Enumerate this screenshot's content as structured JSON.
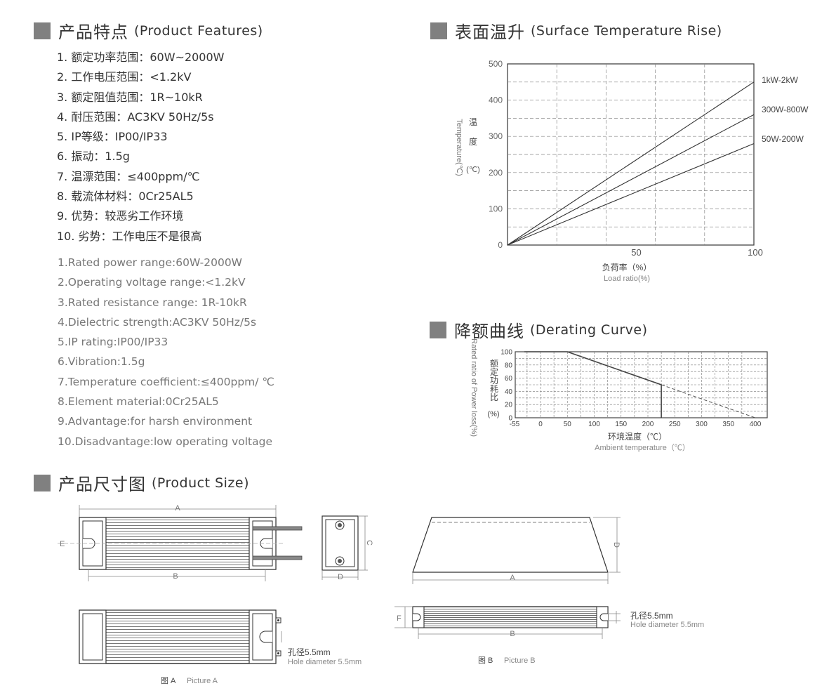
{
  "sections": {
    "features": {
      "cn": "产品特点",
      "en": "(Product Features)"
    },
    "surface": {
      "cn": "表面温升",
      "en": "(Surface Temperature Rise)"
    },
    "derating": {
      "cn": "降额曲线",
      "en": "(Derating Curve)"
    },
    "size": {
      "cn": "产品尺寸图",
      "en": "(Product Size)"
    }
  },
  "features_cn": [
    "1. 额定功率范围：60W~2000W",
    "2. 工作电压范围：<1.2kV",
    "3. 额定阻值范围：1R~10kR",
    "4. 耐压范围：AC3KV 50Hz/5s",
    "5. IP等级：IP00/IP33",
    "6. 振动：1.5g",
    "7. 温漂范围：≤400ppm/℃",
    "8. 载流体材料：0Cr25AL5",
    "9. 优势：较恶劣工作环境",
    "10. 劣势：工作电压不是很高"
  ],
  "features_en": [
    "1.Rated power range:60W-2000W",
    "2.Operating voltage range:<1.2kV",
    "3.Rated resistance range: 1R-10kR",
    "4.Dielectric strength:AC3KV  50Hz/5s",
    "5.IP rating:IP00/IP33",
    "6.Vibration:1.5g",
    "7.Temperature coefficient:≤400ppm/ ℃",
    "8.Element material:0Cr25AL5",
    "9.Advantage:for harsh environment",
    "10.Disadvantage:low operating voltage"
  ],
  "chart_data": [
    {
      "type": "line",
      "x": [
        0,
        100
      ],
      "series": [
        {
          "name": "1kW-2kW",
          "values": [
            0,
            450
          ]
        },
        {
          "name": "300W-800W",
          "values": [
            0,
            360
          ]
        },
        {
          "name": "50W-200W",
          "values": [
            0,
            280
          ]
        }
      ],
      "xticks": [
        "50",
        "100"
      ],
      "yticks": [
        "0",
        "100",
        "200",
        "300",
        "400",
        "500"
      ],
      "xlabel": "负荷率（%）",
      "xlabel_en": "Load ratio(%)",
      "ylabel_cn": [
        "温",
        "度"
      ],
      "ylabel_en": "Temperature(℃)",
      "ylabel_unit": "(℃)",
      "xlim": [
        0,
        100
      ],
      "ylim": [
        0,
        500
      ],
      "grid": true
    },
    {
      "type": "line",
      "x": [
        -30,
        50,
        225,
        225
      ],
      "series": [
        {
          "values": [
            100,
            100,
            50,
            0
          ]
        }
      ],
      "extension": {
        "x": [
          225,
          400
        ],
        "values": [
          50,
          0
        ],
        "style": "dashed"
      },
      "xticks": [
        "-55",
        "0",
        "50",
        "100",
        "150",
        "200",
        "250",
        "300",
        "350",
        "400"
      ],
      "yticks": [
        "0",
        "20",
        "40",
        "60",
        "80",
        "100"
      ],
      "xlabel": "环境温度（℃）",
      "xlabel_en": "Ambient temperature（℃）",
      "ylabel_cn": [
        "额",
        "定",
        "功",
        "耗",
        "比"
      ],
      "ylabel_en": "Rated ratio of Power loss(%)",
      "ylabel_unit": "(%)",
      "xlim": [
        -55,
        400
      ],
      "ylim": [
        0,
        100
      ],
      "grid": true
    }
  ],
  "drawings": {
    "dim_A": "A",
    "dim_B": "B",
    "dim_C": "C",
    "dim_D": "D",
    "dim_E": "E",
    "dim_F": "F",
    "hole_cn": "孔径5.5mm",
    "hole_en": "Hole diameter 5.5mm",
    "picA_cn": "图 A",
    "picA_en": "Picture A",
    "picB_cn": "图 B",
    "picB_en": "Picture B"
  }
}
